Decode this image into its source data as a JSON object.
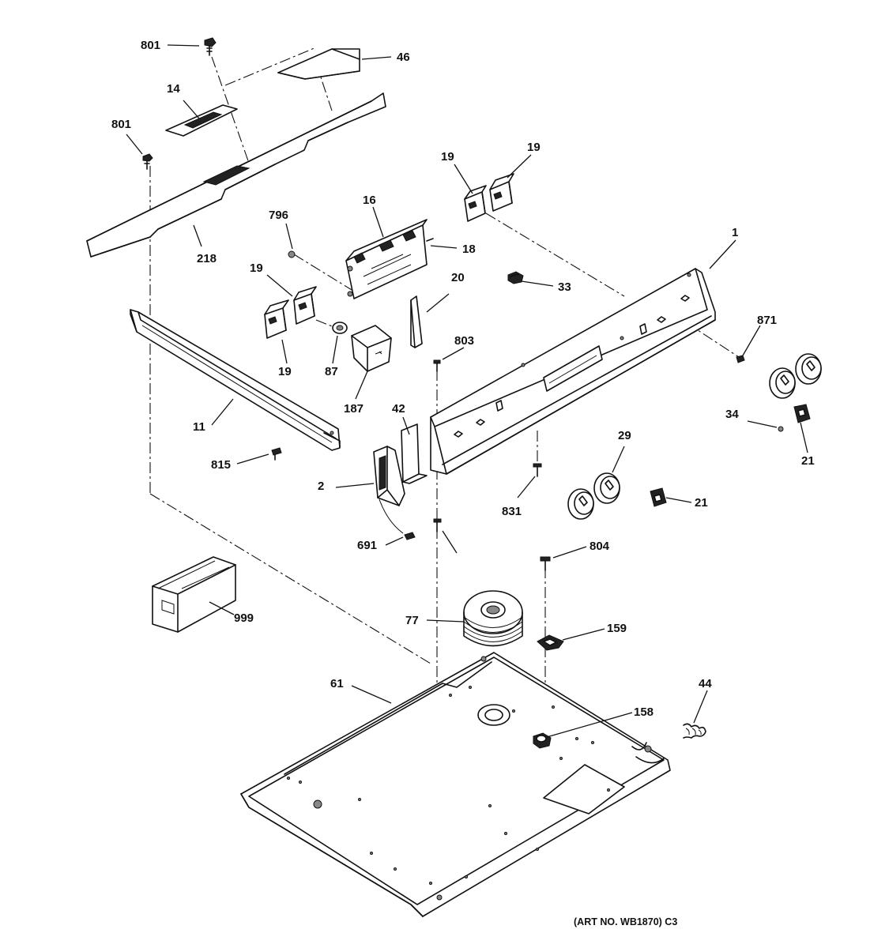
{
  "callouts": {
    "c801a": "801",
    "c46": "46",
    "c14": "14",
    "c801b": "801",
    "c218": "218",
    "c19a": "19",
    "c19b": "19",
    "c16": "16",
    "c18": "18",
    "c796": "796",
    "c1": "1",
    "c33": "33",
    "c20": "20",
    "c19c": "19",
    "c19d": "19",
    "c87": "87",
    "c187": "187",
    "c803": "803",
    "c871": "871",
    "c11": "11",
    "c42": "42",
    "c34": "34",
    "c21a": "21",
    "c29": "29",
    "c815": "815",
    "c2": "2",
    "c831": "831",
    "c21b": "21",
    "c691": "691",
    "c804": "804",
    "c77": "77",
    "c999": "999",
    "c159": "159",
    "c61": "61",
    "c44": "44",
    "c158": "158"
  },
  "art_number": "(ART NO. WB1870) C3"
}
